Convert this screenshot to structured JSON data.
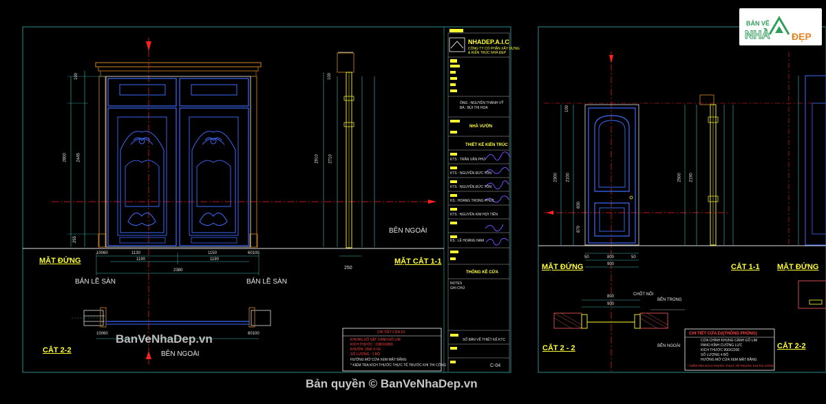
{
  "sheet1": {
    "views": {
      "elevation": "MẶT ĐỨNG",
      "section_11": "MẶT CẮT 1-1",
      "section_22": "CẮT 2-2"
    },
    "labels": {
      "hinge_left": "BẢN LỀ SÀN",
      "hinge_right": "BẢN LỀ SÀN",
      "outside_plan": "BÊN NGOÀI",
      "outside_section": "BÊN NGOÀI"
    },
    "dims": {
      "height_total": "2800",
      "height_door": "2445",
      "height_top": "100",
      "height_bottom": "255",
      "leaf_left": "1130",
      "leaf_right": "1150",
      "leaf_left_in": "1190",
      "leaf_right_in": "1190",
      "total_width": "2380",
      "edge_left": "10060",
      "edge_right": "60100",
      "plan_left": "10060",
      "plan_right": "60100",
      "sec_h1": "2910",
      "sec_h2": "2710",
      "sec_top": "100",
      "sec_bottom": "250"
    },
    "title_block": {
      "company": "NHADEP.A.I.C",
      "company_sub1": "CÔNG TY CỔ PHẦN XÂY DỰNG",
      "company_sub2": "& KIẾN TRÚC NHÀ ĐẸP",
      "owner_line1": "ÔNG : NGUYỄN THÀNH VỸ",
      "owner_line2": "BÀ : BÙI THỊ HOA",
      "project": "NHÀ VƯỜN",
      "design_title": "THIẾT KẾ KIẾN TRÚC",
      "person1": "KTS : TRẦN VĂN PHÚ",
      "person2": "KTS : NGUYỄN ĐỨC TÔN",
      "person3": "KTS : NGUYỄN ĐỨC TÔN",
      "person4": "KS : HOÀNG TRỌNG PHÚC",
      "person5": "KTS : NGUYỄN KIM HỢI TIẾN",
      "person6": "KS : LÊ HOÀNG NAM",
      "drawing_name": "THỐNG KÊ CỬA",
      "notes_head": "NOTES",
      "notes_sub": "GHI CHÚ",
      "sheet_code": "C-04",
      "drawing_no": "SỐ BẢN VẼ THIẾT KẾ KTC"
    },
    "detail_box": {
      "title": "CHI TIẾT CỬA D1",
      "rows": [
        "KHUNG GỖ SẮT CÁNH GỖ LIM",
        "KÍCH THƯỚC : 2380X2800",
        "KHUÔN: 1500 X 60",
        "SỐ LƯỢNG : 1 BỘ",
        "HƯỚNG MỞ CỬA XEM MẶT BẰNG"
      ],
      "footnote": "* KIỂM TRA KÍCH THƯỚC THỰC TẾ TRƯỚC KHI THI CÔNG"
    }
  },
  "sheet2": {
    "views": {
      "elevation_a": "MẶT ĐỨNG",
      "section_11": "CẮT 1-1",
      "elevation_b": "MẶT ĐỨNG",
      "section_22a": "CẮT 2 - 2",
      "section_22b": "CẮT 2-2"
    },
    "labels": {
      "inside": "BÊN TRONG",
      "outside": "BÊN NGOÀI",
      "lock": "CHỐT NỐI"
    },
    "dims": {
      "h_total": "2300",
      "h_mid": "2100",
      "h_top": "100",
      "h_sub": "830",
      "h_low": "870",
      "w_total": "900",
      "w_inner": "800",
      "w_edge_l": "50",
      "w_edge_r": "50",
      "sec_h1": "2500",
      "sec_h2": "2190",
      "plan_w1": "800",
      "plan_w2": "900"
    },
    "detail_box": {
      "title": "CHI TIẾT CỬA D2(THÔNG PHÒNG)",
      "rows": [
        "CỬA CHÍNH KHUNG CÁNH GỖ LIM",
        "PANO KÍNH CƯỜNG LỰC",
        "KÍCH THƯỚC    900X2300",
        "SỐ LƯỢNG        4 BỘ",
        "HƯỚNG MỞ CỬA XEM MẶT BẰNG"
      ],
      "footnote": "* KIỂM TRA KÍCH THƯỚC THỰC TẾ TRƯỚC KHI THI CÔNG"
    }
  },
  "logo": {
    "line1": "BẢN VẼ",
    "brand_a": "NHÀ",
    "brand_b": "ĐẸP"
  },
  "watermark": {
    "inline": "BanVeNhaDep.vn",
    "footer": "Bản quyền © BanVeNhaDep.vn"
  },
  "colors": {
    "background": "#000000",
    "frame": "#2c8c8c",
    "cad_yellow": "#ffff33",
    "door_blue": "#3d6bff",
    "wood": "#b07020",
    "axis_red": "#ff2020",
    "dim_cyan": "#40c0c0"
  }
}
